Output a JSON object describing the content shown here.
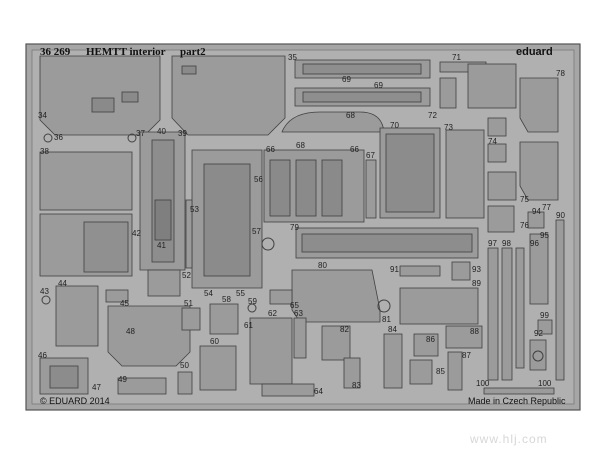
{
  "header": {
    "code": "36 269",
    "title": "HEMTT interior",
    "part": "part2",
    "brand": "eduard"
  },
  "footer": {
    "copyright": "© EDUARD 2014",
    "origin": "Made in Czech Republic"
  },
  "watermark": {
    "url": "www.hlj.com"
  },
  "colors": {
    "fret": "#a8a8a8",
    "part_fill": "#9c9c9c",
    "part_edge": "#4a4a4a",
    "background": "#ffffff"
  },
  "part_numbers": {
    "n34": "34",
    "n35": "35",
    "n36": "36",
    "n37": "37",
    "n38": "38",
    "n39": "39",
    "n40": "40",
    "n41": "41",
    "n42": "42",
    "n43": "43",
    "n44": "44",
    "n45": "45",
    "n46": "46",
    "n47": "47",
    "n48": "48",
    "n49": "49",
    "n50": "50",
    "n51": "51",
    "n52": "52",
    "n53": "53",
    "n54": "54",
    "n55": "55",
    "n56": "56",
    "n57": "57",
    "n58": "58",
    "n59": "59",
    "n60": "60",
    "n61": "61",
    "n62": "62",
    "n63": "63",
    "n64": "64",
    "n65": "65",
    "n66": "66",
    "n67": "67",
    "n68": "68",
    "n69": "69",
    "n70": "70",
    "n71": "71",
    "n72": "72",
    "n73": "73",
    "n74": "74",
    "n75": "75",
    "n76": "76",
    "n77": "77",
    "n78": "78",
    "n79": "79",
    "n80": "80",
    "n81": "81",
    "n82": "82",
    "n83": "83",
    "n84": "84",
    "n85": "85",
    "n86": "86",
    "n87": "87",
    "n88": "88",
    "n89": "89",
    "n90": "90",
    "n91": "91",
    "n92": "92",
    "n93": "93",
    "n94": "94",
    "n95": "95",
    "n96": "96",
    "n97": "97",
    "n98": "98",
    "n99": "99",
    "n100": "100"
  }
}
